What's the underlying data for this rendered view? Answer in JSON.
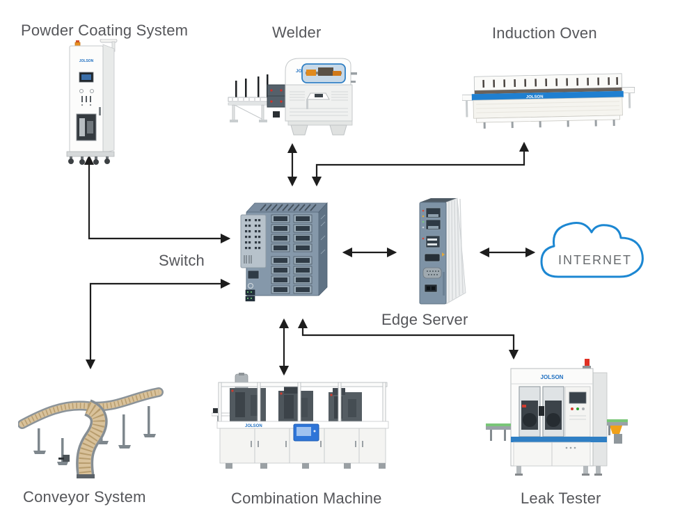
{
  "diagram": {
    "type": "industrial-network-topology",
    "brand": "JOLSON",
    "colors": {
      "label_text": "#55565a",
      "arrow": "#1d1d1d",
      "cloud_outline": "#1c87d2",
      "machine_accent_blue": "#1f7fd0",
      "switch_body": "#8598aa",
      "edge_server_panel": "#7e93a6"
    },
    "nodes": {
      "powder_coating": {
        "label": "Powder Coating System"
      },
      "welder": {
        "label": "Welder"
      },
      "induction_oven": {
        "label": "Induction Oven"
      },
      "switch": {
        "label": "Switch"
      },
      "edge_server": {
        "label": "Edge Server"
      },
      "internet": {
        "label": "INTERNET"
      },
      "conveyor": {
        "label": "Conveyor System"
      },
      "combination_machine": {
        "label": "Combination Machine"
      },
      "leak_tester": {
        "label": "Leak Tester"
      }
    },
    "connections": [
      {
        "from": "powder_coating",
        "to": "switch",
        "bidirectional": true
      },
      {
        "from": "conveyor",
        "to": "switch",
        "bidirectional": true
      },
      {
        "from": "welder",
        "to": "switch",
        "bidirectional": true
      },
      {
        "from": "induction_oven",
        "to": "switch",
        "bidirectional": true
      },
      {
        "from": "combination_machine",
        "to": "switch",
        "bidirectional": true
      },
      {
        "from": "leak_tester",
        "to": "switch",
        "bidirectional": true
      },
      {
        "from": "switch",
        "to": "edge_server",
        "bidirectional": true
      },
      {
        "from": "edge_server",
        "to": "internet",
        "bidirectional": true
      }
    ]
  }
}
